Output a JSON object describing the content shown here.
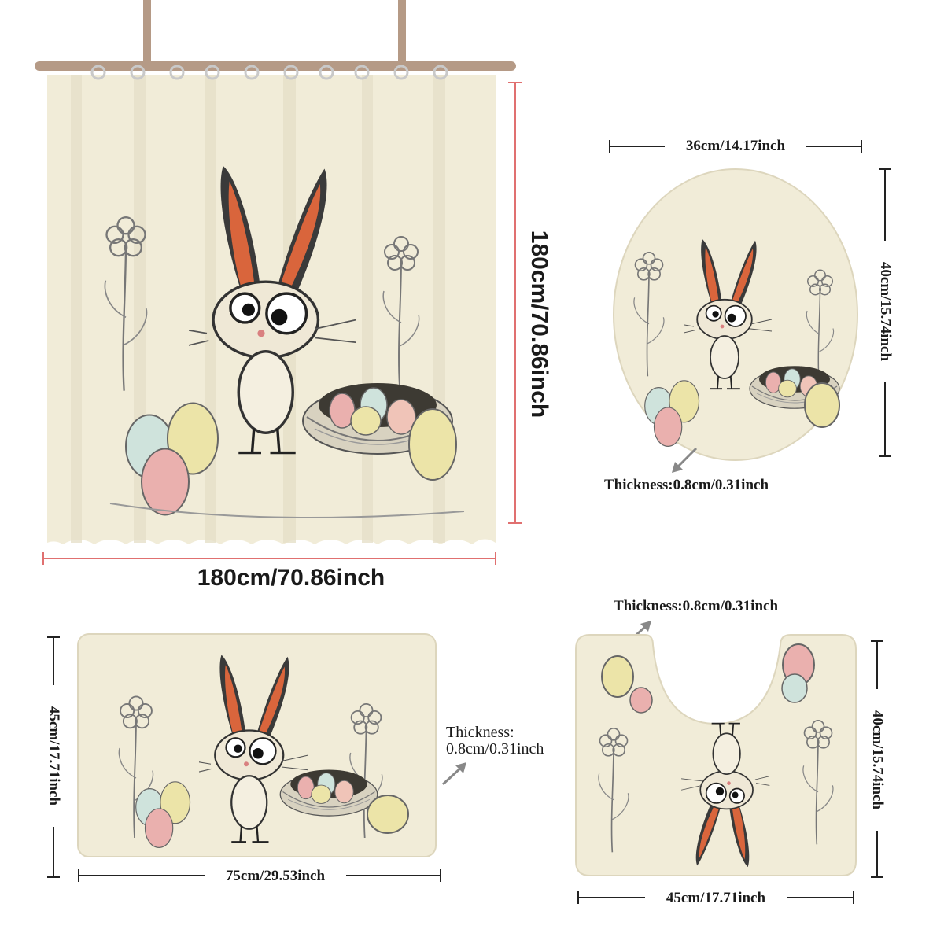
{
  "curtain": {
    "height_label": "180cm/70.86inch",
    "width_label": "180cm/70.86inch"
  },
  "lid_cover": {
    "width_label": "36cm/14.17inch",
    "height_label": "40cm/15.74inch",
    "thickness_label": "Thickness:0.8cm/0.31inch"
  },
  "bath_mat": {
    "height_label": "45cm/17.71inch",
    "width_label": "75cm/29.53inch",
    "thickness_line1": "Thickness:",
    "thickness_line2": "0.8cm/0.31inch"
  },
  "contour_rug": {
    "thickness_label": "Thickness:0.8cm/0.31inch",
    "height_label": "40cm/15.74inch",
    "width_label": "45cm/17.71inch"
  },
  "colors": {
    "fabric": "#f1ecd8",
    "dimension_red": "#e07070",
    "dimension_black": "#222222",
    "egg_pink": "#eab0ae",
    "egg_blue": "#cfe3dc",
    "egg_yellow": "#ece4a8",
    "ear_orange": "#d9653c"
  }
}
